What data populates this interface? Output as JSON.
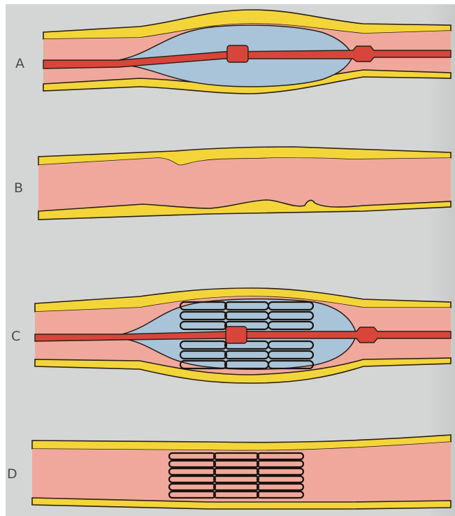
{
  "panels": [
    {
      "id": "A",
      "label": "A"
    },
    {
      "id": "B",
      "label": "B"
    },
    {
      "id": "C",
      "label": "C"
    },
    {
      "id": "D",
      "label": "D"
    }
  ],
  "colors": {
    "background": "#d4d6d6",
    "vessel_wall": "#f3d53a",
    "lumen": "#f0a89c",
    "balloon": "#a9c4d9",
    "catheter": "#d8453b",
    "outline": "#2a1f14",
    "stent_fill": "#a9c4d9"
  }
}
